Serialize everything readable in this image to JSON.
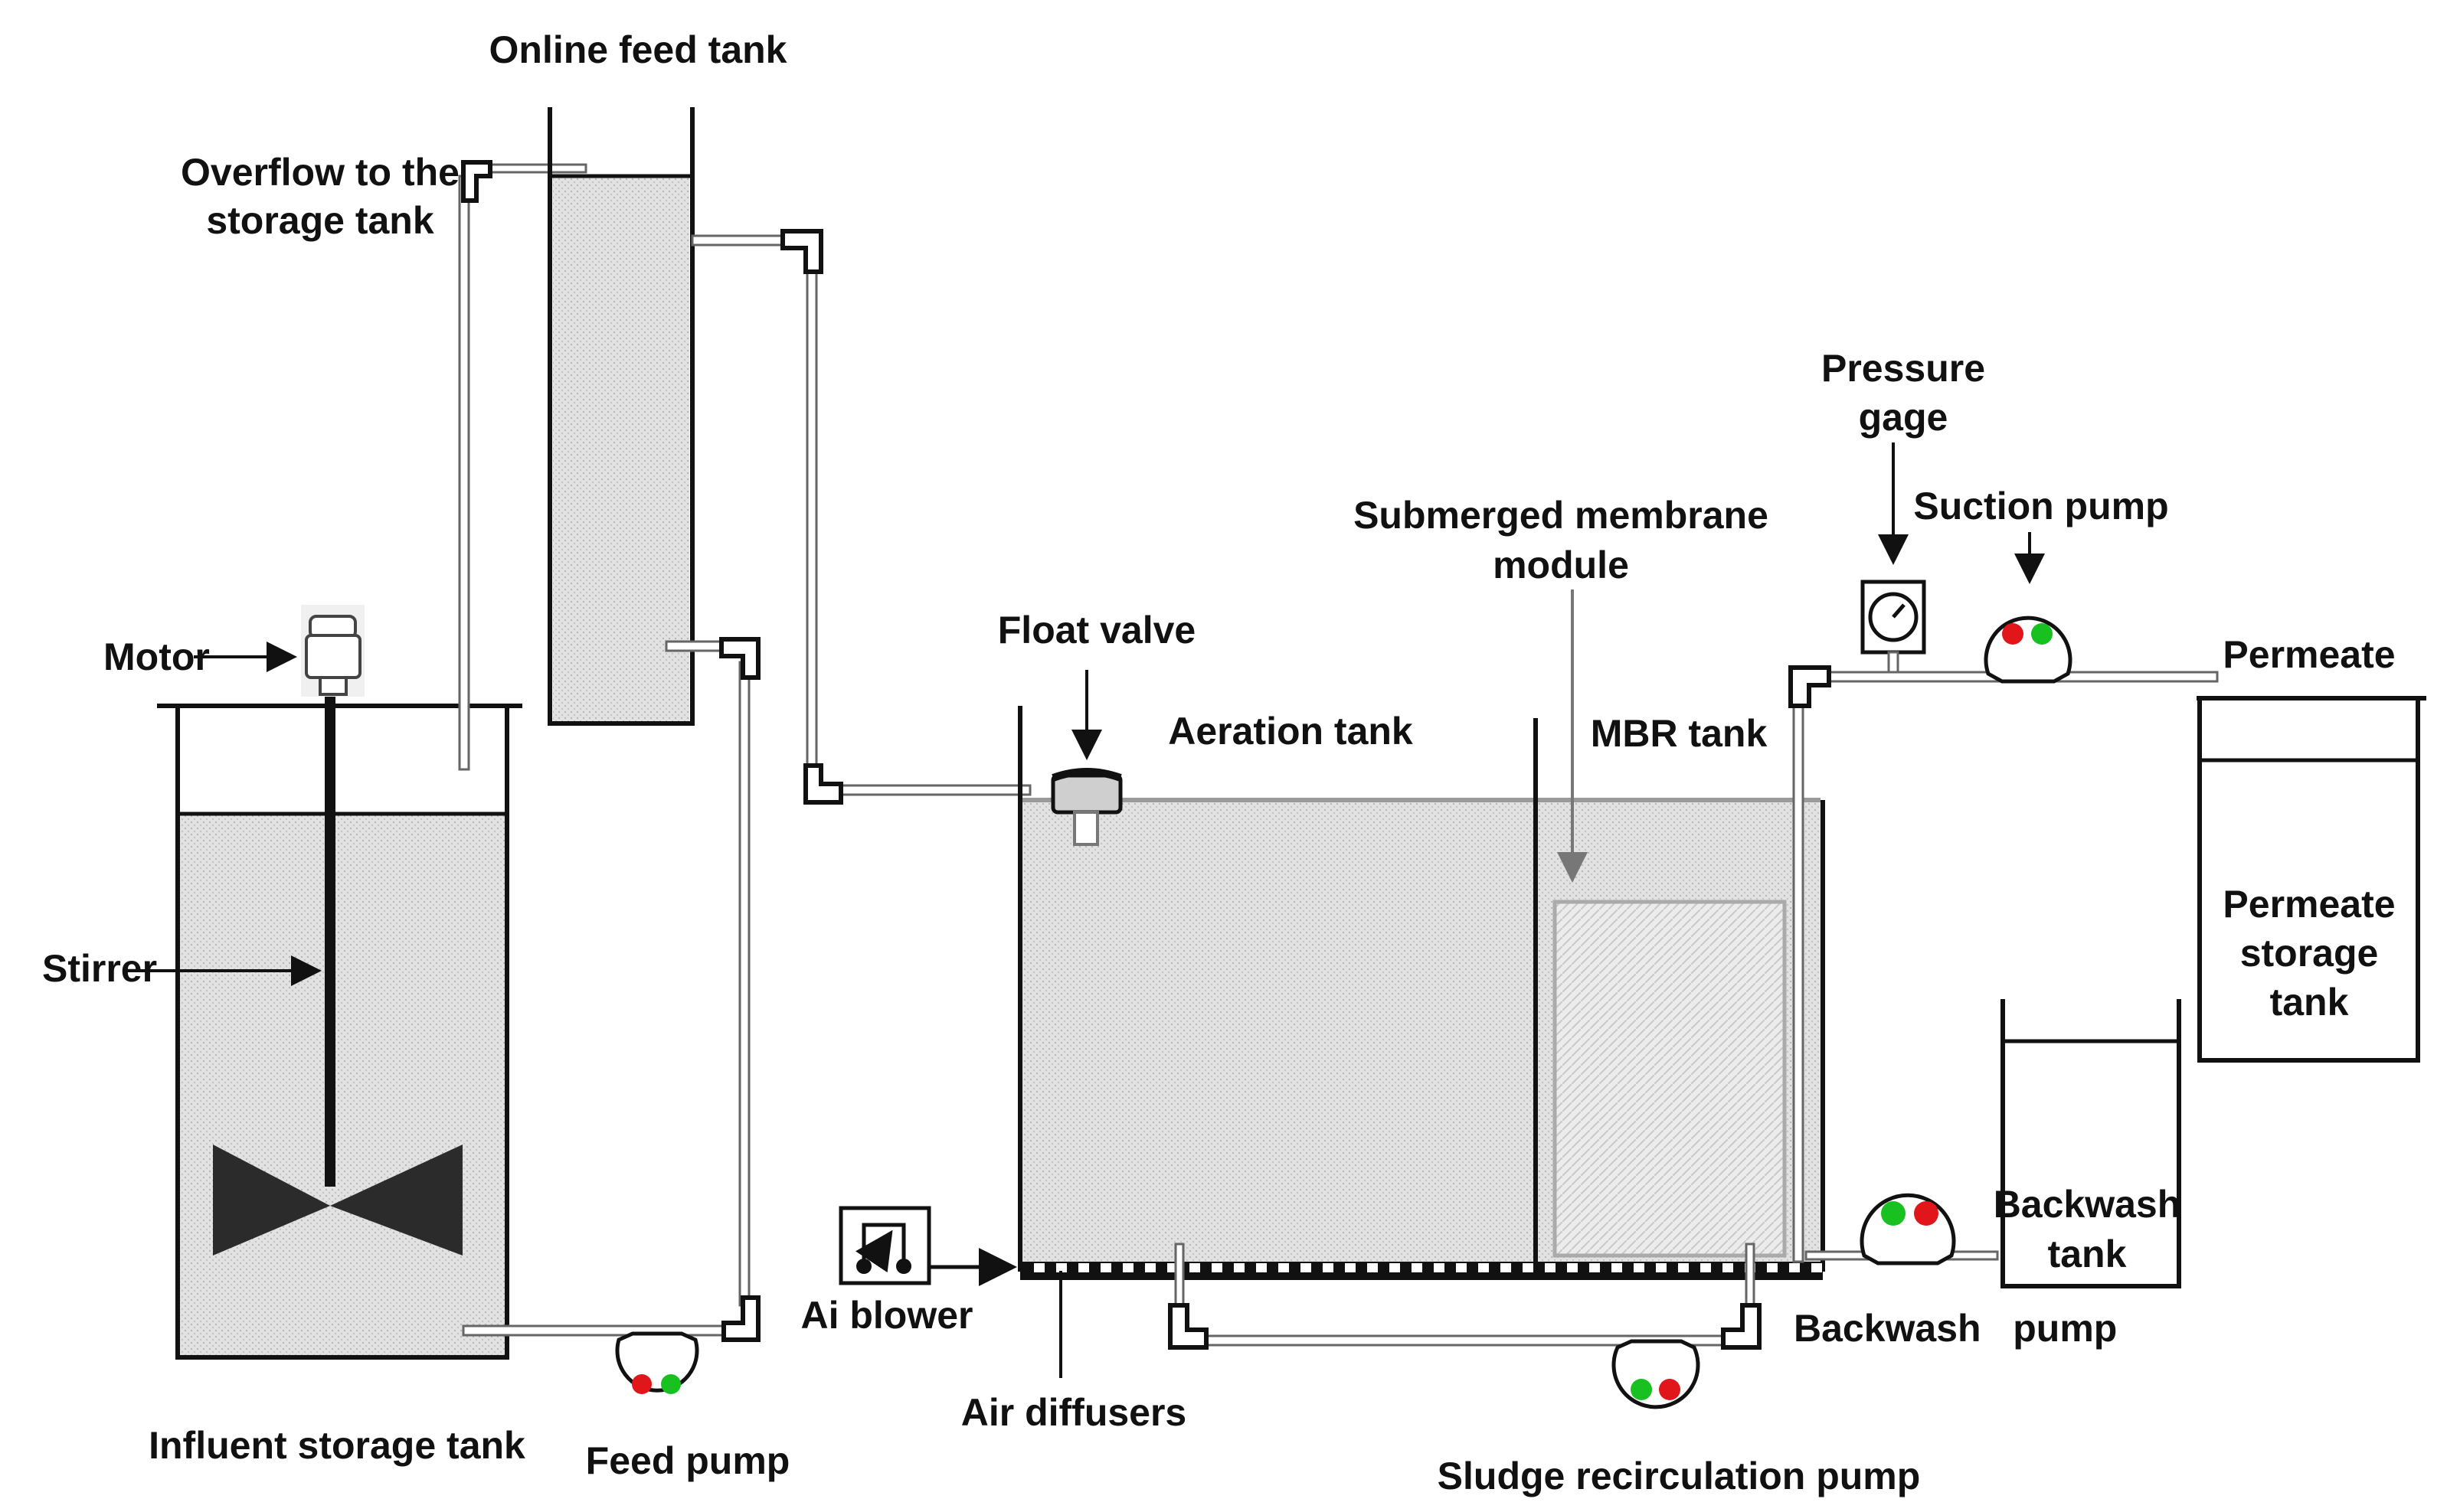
{
  "labels": {
    "online_feed_tank": "Online feed tank",
    "overflow_line1": "Overflow to the",
    "overflow_line2": "storage tank",
    "motor": "Motor",
    "stirrer": "Stirrer",
    "influent_storage_tank": "Influent storage tank",
    "feed_pump": "Feed pump",
    "float_valve": "Float valve",
    "aeration_tank": "Aeration tank",
    "mbr_tank": "MBR tank",
    "membrane_line1": "Submerged membrane",
    "membrane_line2": "module",
    "pressure_line1": "Pressure",
    "pressure_line2": "gage",
    "suction_pump": "Suction pump",
    "permeate": "Permeate",
    "permeate_tank_line1": "Permeate",
    "permeate_tank_line2": "storage",
    "permeate_tank_line3": "tank",
    "backwash_tank_line1": "Backwash",
    "backwash_tank_line2": "tank",
    "backwash_pump": "Backwash   pump",
    "air_blower": "Ai blower",
    "air_diffusers": "Air diffusers",
    "sludge_pump": "Sludge recirculation pump"
  },
  "colors": {
    "liquid": "#dcdcdc",
    "line": "#111111",
    "pipe": "#7a7a7a",
    "pump_red": "#e0161a",
    "pump_green": "#18c020"
  },
  "icons": [
    "motor-icon",
    "pump-icon",
    "pressure-gauge-icon",
    "blower-icon",
    "impeller-icon",
    "elbow-fitting-icon"
  ]
}
